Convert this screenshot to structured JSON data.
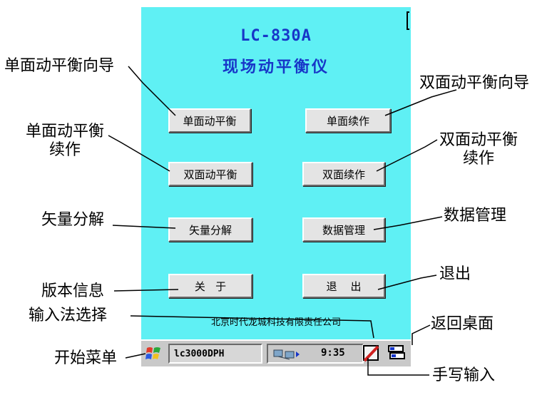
{
  "app": {
    "model": "LC-830A",
    "name": "现场动平衡仪"
  },
  "buttons": {
    "single_balance": "单面动平衡",
    "single_continue": "单面续作",
    "double_balance": "双面动平衡",
    "double_continue": "双面续作",
    "vector": "矢量分解",
    "data_mgmt": "数据管理",
    "about": "关   于",
    "exit": "退    出"
  },
  "company": "北京时代龙城科技有限责任公司",
  "taskbar": {
    "task_label": "lc3000DPH",
    "time": "9:35"
  },
  "callouts": {
    "single_guide": "单面动平衡向导",
    "double_guide": "双面动平衡向导",
    "single_cont_l1": "单面动平衡",
    "single_cont_l2": "续作",
    "double_cont_l1": "双面动平衡",
    "double_cont_l2": "续作",
    "vector": "矢量分解",
    "data_mgmt": "数据管理",
    "version": "版本信息",
    "exit": "退出",
    "ime": "输入法选择",
    "desktop": "返回桌面",
    "start": "开始菜单",
    "handwrite": "手写输入"
  },
  "colors": {
    "screen": "#5ff0f4",
    "title": "#1736c8",
    "button": "#e4e4e4",
    "taskbar": "#c9c9c9"
  }
}
